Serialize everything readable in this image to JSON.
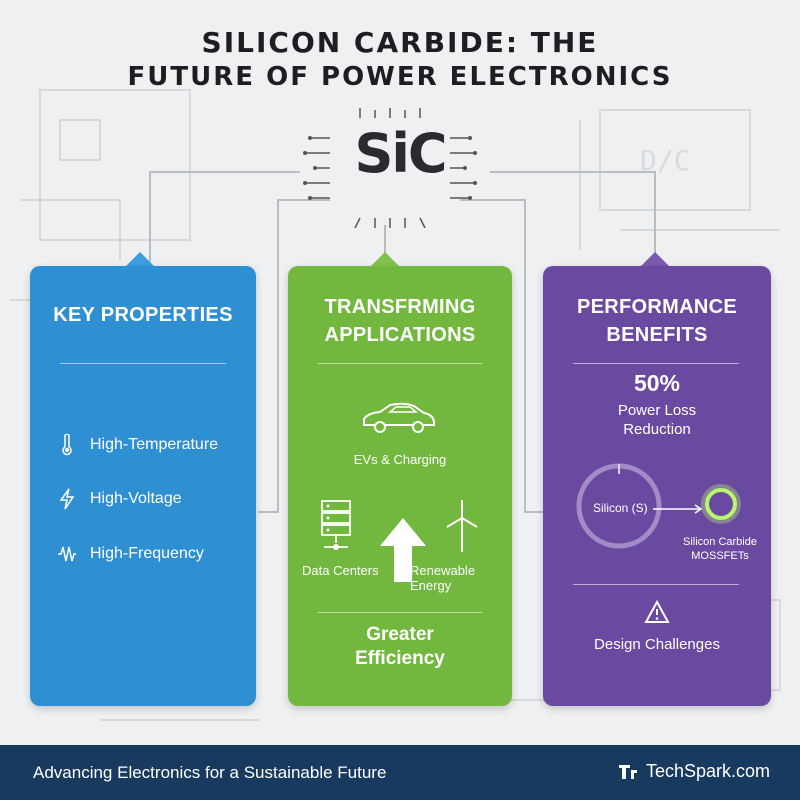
{
  "header": {
    "title_line1": "SILICON CARBIDE: THE",
    "title_line2": "FUTURE OF POWER  ELECTRONICS",
    "chip_label": "SiC"
  },
  "cards": {
    "properties": {
      "title": "KEY PROPERTIES",
      "items": [
        {
          "icon": "thermometer-icon",
          "label": "High-Temperature"
        },
        {
          "icon": "lightning-icon",
          "label": "High-Voltage"
        },
        {
          "icon": "waveform-icon",
          "label": "High-Frequency"
        }
      ],
      "color": "#2f8fd3"
    },
    "applications": {
      "title_line1": "TRANSFRMING",
      "title_line2": "APPLICATIONS",
      "ev_label": "EVs & Charging",
      "data_label": "Data Centers",
      "renewable_label": "Renewable Energy",
      "footer_line1": "Greater",
      "footer_line2": "Efficiency",
      "color": "#72b83f"
    },
    "performance": {
      "title_line1": "PERFORMANCE",
      "title_line2": "BENEFITS",
      "stat_value": "50%",
      "stat_label_line1": "Power Loss",
      "stat_label_line2": "Reduction",
      "silicon_label": "Silicon (S)",
      "sic_label_line1": "Silicon Carbide",
      "sic_label_line2": "MOSSFETs",
      "challenge_label": "Design Challenges",
      "color": "#6a4aa1"
    }
  },
  "footer": {
    "tagline": "Advancing Electronics for a Sustainable Future",
    "brand": "TechSpark.com"
  }
}
